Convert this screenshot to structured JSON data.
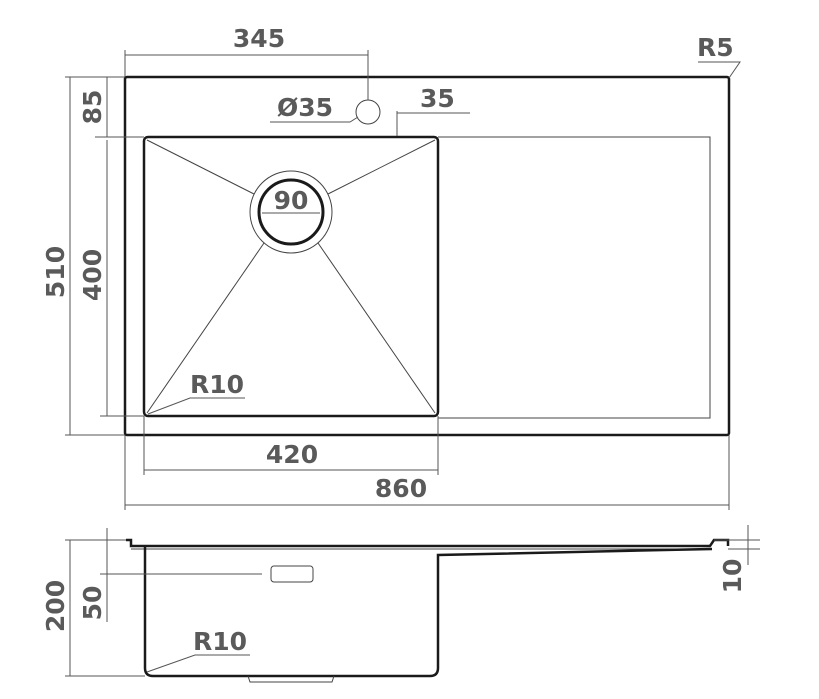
{
  "drawing": {
    "top_view": {
      "dim_345": "345",
      "dim_r5": "R5",
      "dim_85": "85",
      "dim_d35": "Ø35",
      "dim_35": "35",
      "dim_90": "90",
      "dim_510": "510",
      "dim_400": "400",
      "dim_r10": "R10",
      "dim_420": "420",
      "dim_860": "860"
    },
    "side_view": {
      "dim_200": "200",
      "dim_50": "50",
      "dim_r10": "R10",
      "dim_10": "10"
    },
    "colors": {
      "outline": "#1a1a1a",
      "dimension_text": "#5a5a5a",
      "dimension_line": "#555555"
    }
  }
}
